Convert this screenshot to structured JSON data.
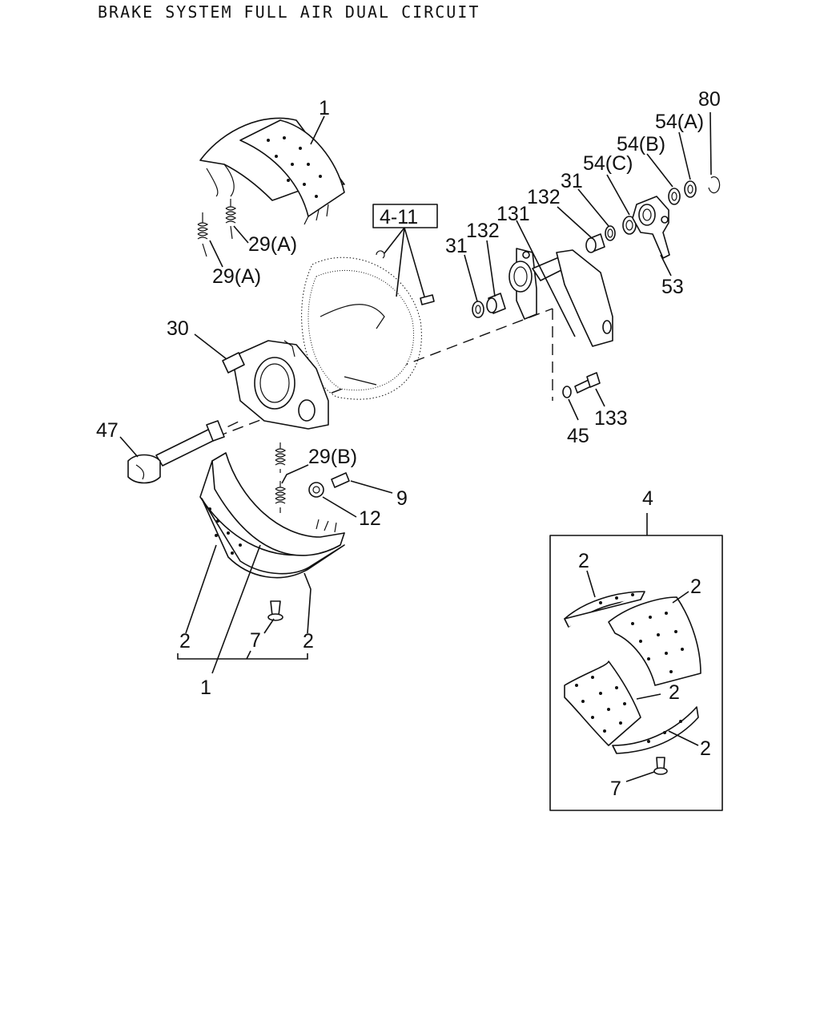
{
  "title": "BRAKE SYSTEM FULL AIR DUAL CIRCUIT",
  "labels": {
    "p1_top": "1",
    "p29a_1": "29(A)",
    "p29a_2": "29(A)",
    "p4_11": "4-11",
    "p31_a": "31",
    "p132_a": "132",
    "p131": "131",
    "p132_b": "132",
    "p31_b": "31",
    "p54c": "54(C)",
    "p54b": "54(B)",
    "p54a": "54(A)",
    "p80": "80",
    "p53": "53",
    "p30": "30",
    "p47": "47",
    "p29b": "29(B)",
    "p9": "9",
    "p12": "12",
    "p45": "45",
    "p133": "133",
    "p2_left": "2",
    "p7_main": "7",
    "p2_mid": "2",
    "p1_bottom": "1",
    "p4_box": "4",
    "inset_2a": "2",
    "inset_2b": "2",
    "inset_2c": "2",
    "inset_2d": "2",
    "inset_7": "7"
  }
}
